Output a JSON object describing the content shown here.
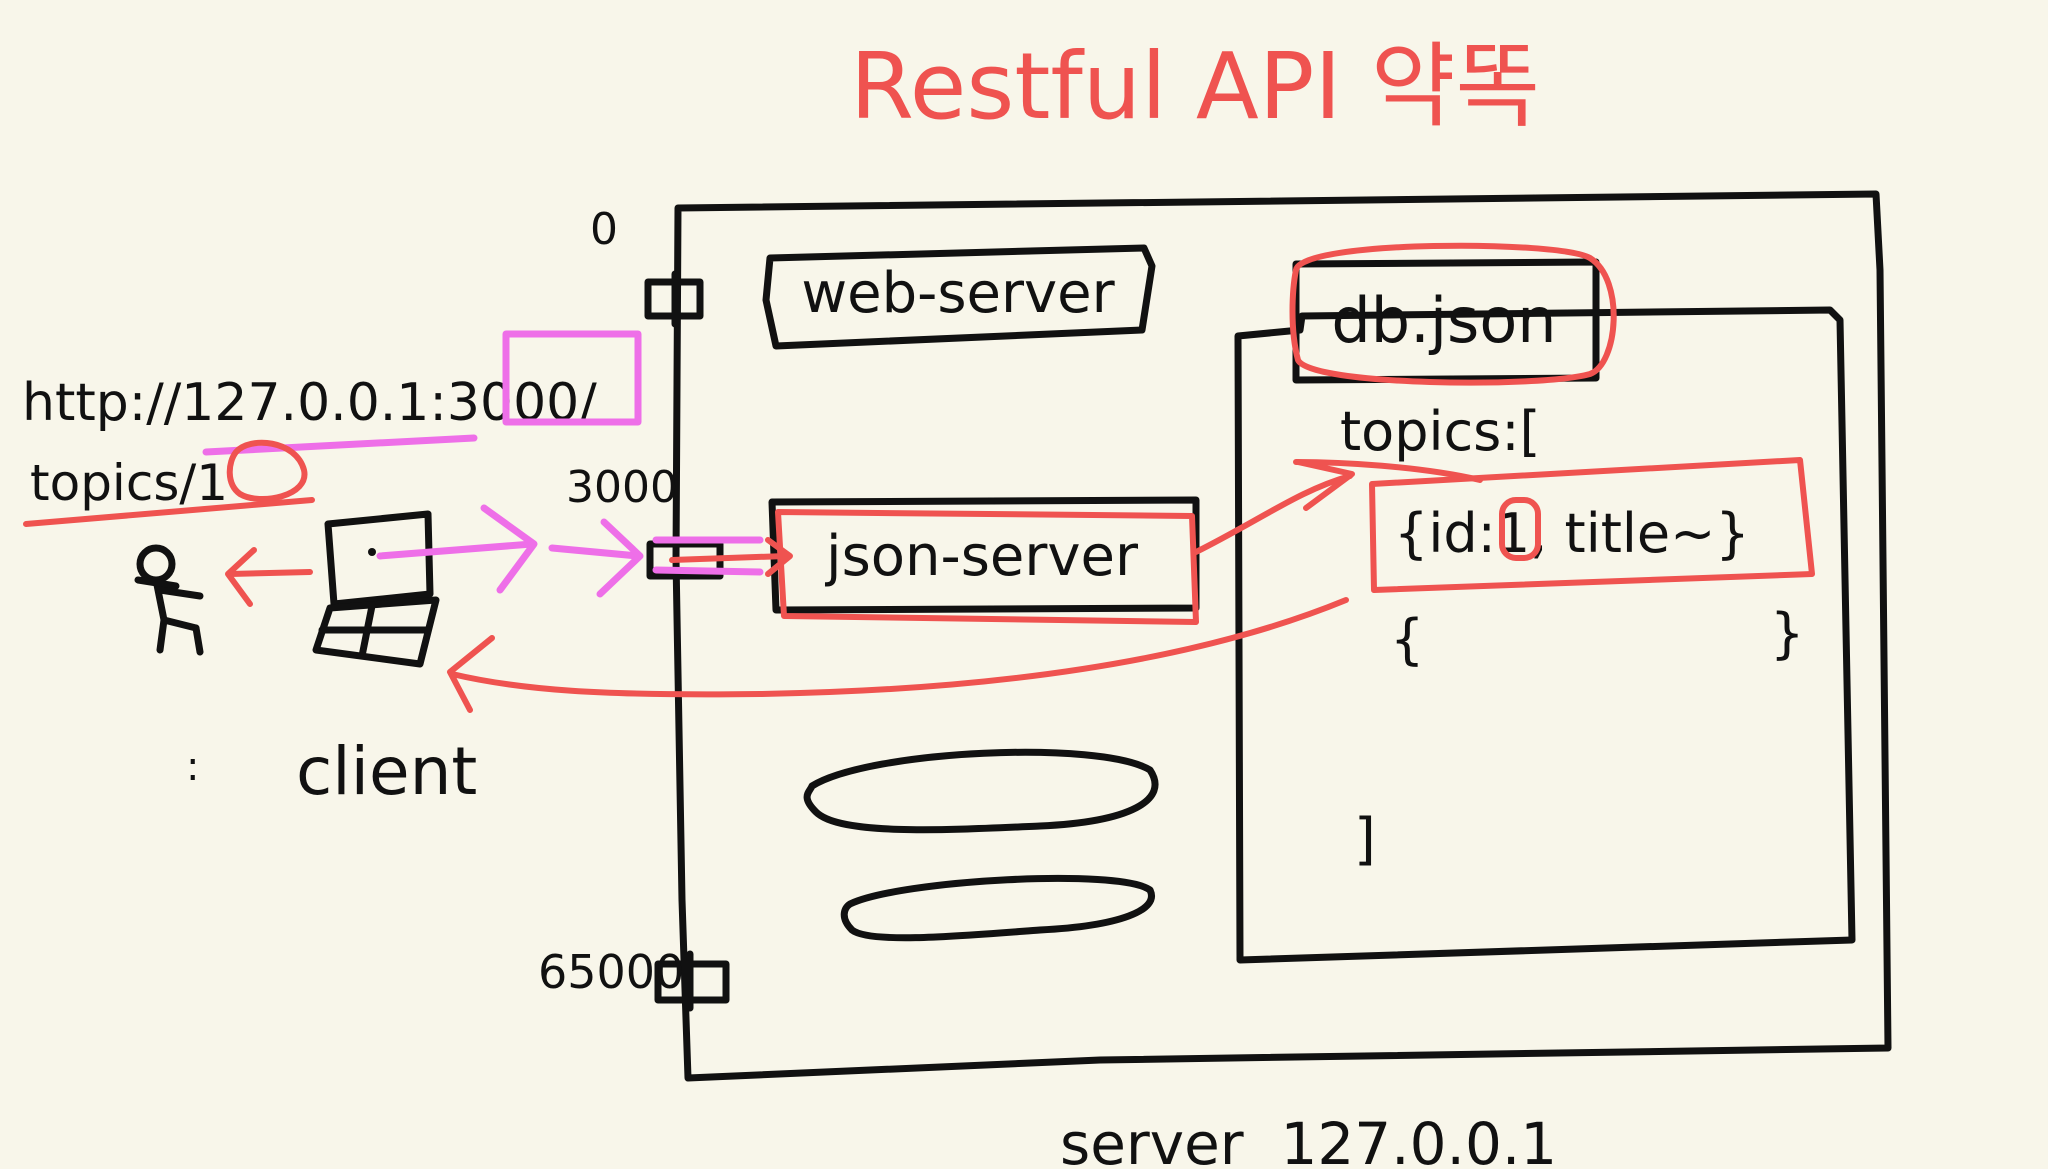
{
  "title": "Restful API 약똑",
  "colors": {
    "background": "#f8f6ea",
    "ink": "#111111",
    "accent_red": "#ef5350",
    "accent_pink": "#ee6fe8"
  },
  "client": {
    "url_line": "http://127.0.0.1:3000/",
    "port_highlight": "3000",
    "path_line": "topics/1",
    "label": "client",
    "dots": ":"
  },
  "ports": {
    "top": "0",
    "middle": "3000",
    "bottom": "65000"
  },
  "server": {
    "web_server_label": "web-server",
    "json_server_label": "json-server",
    "db_file_label": "db.json",
    "db_open": "topics:[",
    "record": "{id:1, title~}",
    "record_id_highlight": "1",
    "brace_open": "{",
    "brace_close": "}",
    "db_close": "]",
    "footer": "server  127.0.0.1"
  }
}
